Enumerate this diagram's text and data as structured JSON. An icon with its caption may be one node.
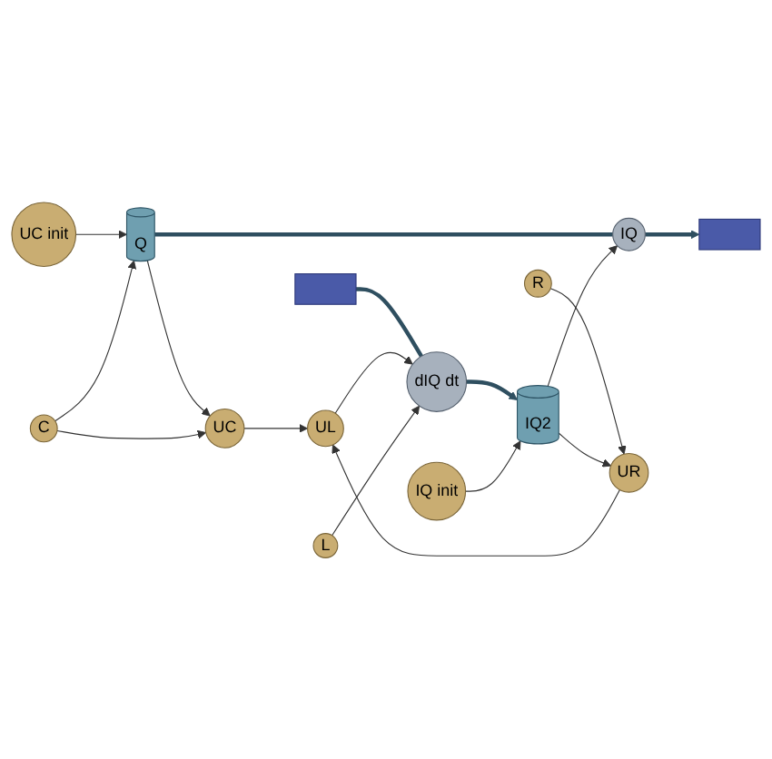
{
  "diagram": {
    "nodes": [
      {
        "text": [
          "UC init"
        ]
      },
      {
        "text": [
          "Q"
        ]
      },
      {
        "text": [
          "IQ"
        ]
      },
      {
        "text": [],
        "shape": "box"
      },
      {
        "text": [
          "C"
        ]
      },
      {
        "text": [
          "UC"
        ]
      },
      {
        "text": [
          "UR"
        ]
      },
      {
        "text": [
          "R"
        ]
      },
      {
        "text": [
          "UL"
        ]
      },
      {
        "text": [],
        "shape": "box"
      },
      {
        "text": [
          "dIQ dt"
        ]
      },
      {
        "text": [
          "IQ2"
        ]
      },
      {
        "text": [
          "L"
        ]
      },
      {
        "text": [
          "IQ init"
        ]
      }
    ],
    "edges": [
      {
        "from": 0,
        "to": 1,
        "arrow": "to"
      },
      {
        "from": 4,
        "to": 1,
        "arrow": "to"
      },
      {
        "from": 1,
        "to": 5,
        "arrow": "to"
      },
      {
        "from": 4,
        "to": 5,
        "arrow": "to"
      },
      {
        "from": 1,
        "to": 2,
        "arrow": "none",
        "style": "thick",
        "color": "#2f4f60"
      },
      {
        "from": 2,
        "to": 3,
        "arrow": "to",
        "style": "thick",
        "color": "#2f4f60"
      },
      {
        "from": 7,
        "to": 6,
        "arrow": "to"
      },
      {
        "from": 11,
        "to": 2,
        "arrow": "to"
      },
      {
        "from": 5,
        "to": 8,
        "arrow": "to"
      },
      {
        "from": 6,
        "to": 8,
        "arrow": "to"
      },
      {
        "from": 9,
        "to": 10,
        "arrow": "none",
        "style": "thick",
        "color": "#2f4f60"
      },
      {
        "from": 10,
        "to": 11,
        "arrow": "to",
        "style": "thick",
        "color": "#2f4f60"
      },
      {
        "from": 8,
        "to": 10,
        "arrow": "to"
      },
      {
        "from": 12,
        "to": 10,
        "arrow": "to"
      },
      {
        "from": 11,
        "to": 6,
        "arrow": "to"
      },
      {
        "from": 13,
        "to": 11,
        "arrow": "to"
      }
    ]
  }
}
